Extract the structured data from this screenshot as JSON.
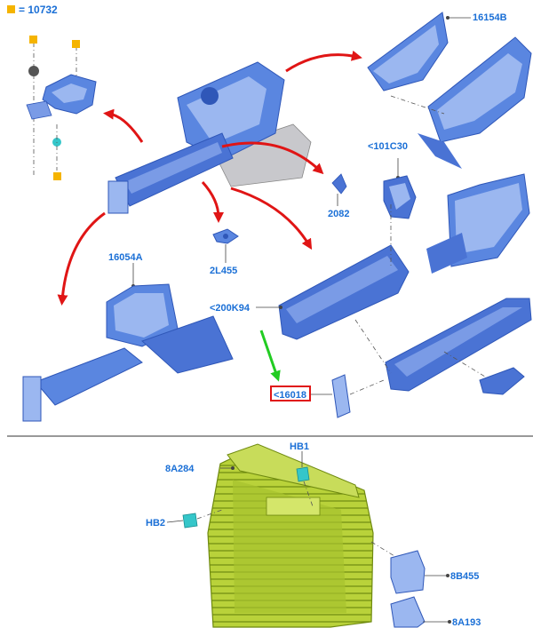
{
  "legend": {
    "symbol_color": "#f5b400",
    "text": "= 10732"
  },
  "colors": {
    "part_blue": "#5a86e0",
    "part_blue_dark": "#2f57b8",
    "part_light": "#9bb7f0",
    "part_grey": "#c8c8cc",
    "radiator_green": "#b9d23a",
    "radiator_dark": "#6f8a10",
    "label": "#1a6fd6",
    "arrow_red": "#e01515",
    "arrow_green": "#22cc22",
    "highlight": "#e01515",
    "fastener_teal": "#35c6c9"
  },
  "labels": {
    "p16154B": "16154B",
    "p101C30": "<101C30",
    "p2082": "2082",
    "p2L455": "2L455",
    "p16054A": "16054A",
    "p200K94": "<200K94",
    "p16018": "<16018",
    "p8A284": "8A284",
    "pHB1": "HB1",
    "pHB2": "HB2",
    "p8B455": "8B455",
    "p8A193": "8A193"
  }
}
